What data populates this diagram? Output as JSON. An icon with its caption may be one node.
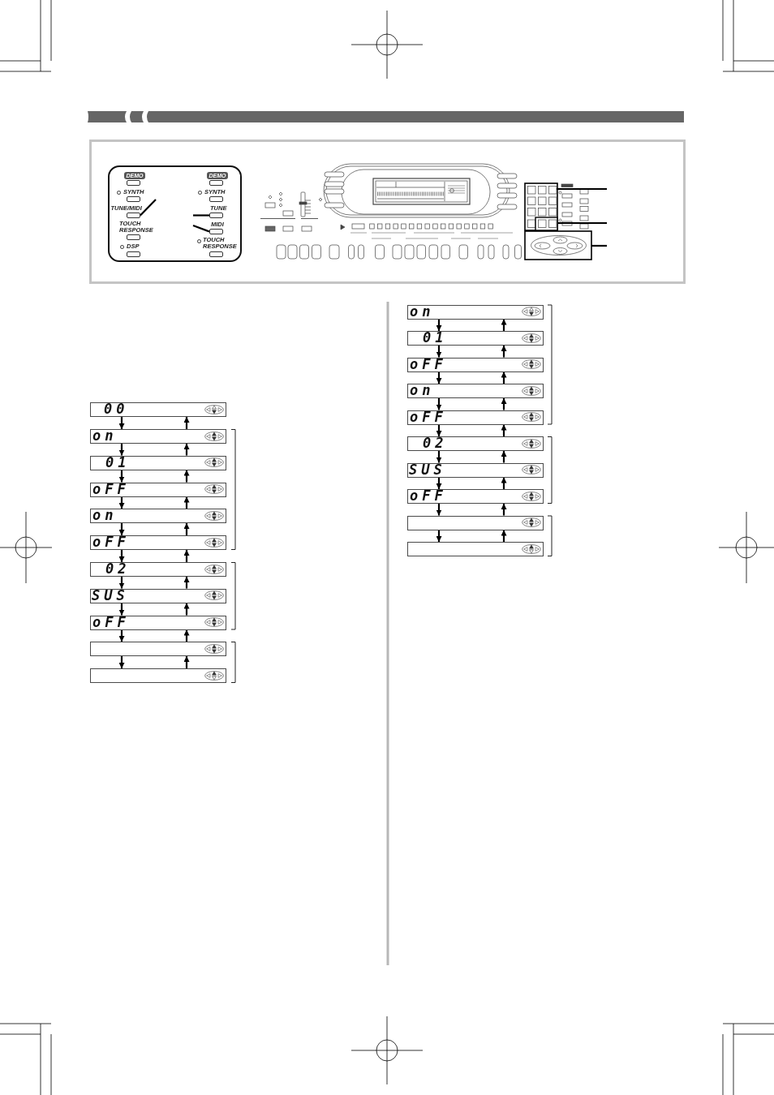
{
  "diagram": {
    "nodes": [
      {
        "text": [],
        "shape": "box"
      },
      {
        "text": [],
        "shape": "box"
      },
      {
        "text": [],
        "shape": "box"
      },
      {
        "text": [],
        "shape": "box"
      },
      {
        "text": [],
        "shape": "box"
      },
      {
        "text": [],
        "shape": "box"
      },
      {
        "text": [
          "00"
        ]
      },
      {
        "text": [
          "on"
        ]
      },
      {
        "text": [
          "01"
        ]
      },
      {
        "text": [
          "oFF"
        ]
      },
      {
        "text": [
          "on"
        ]
      },
      {
        "text": [
          "oFF"
        ]
      },
      {
        "text": [
          "02"
        ]
      },
      {
        "text": [
          "SUS"
        ]
      },
      {
        "text": [
          "oFF"
        ]
      },
      {
        "text": [],
        "shape": "box"
      },
      {
        "text": [],
        "shape": "box"
      },
      {
        "text": [
          "on"
        ]
      },
      {
        "text": [
          "01"
        ]
      },
      {
        "text": [
          "oFF"
        ]
      },
      {
        "text": [
          "on"
        ]
      },
      {
        "text": [
          "oFF"
        ]
      },
      {
        "text": [
          "02"
        ]
      },
      {
        "text": [
          "SUS"
        ]
      },
      {
        "text": [
          "oFF"
        ]
      },
      {
        "text": [],
        "shape": "box"
      },
      {
        "text": [],
        "shape": "box"
      }
    ],
    "edges": [
      {
        "from": null,
        "to": 0,
        "arrow": "none"
      },
      {
        "from": null,
        "to": 1,
        "arrow": "none"
      },
      {
        "from": null,
        "to": 2,
        "arrow": "none"
      },
      {
        "from": null,
        "to": 3,
        "arrow": "none"
      },
      {
        "from": null,
        "to": 4,
        "arrow": "none"
      },
      {
        "from": null,
        "to": 5,
        "arrow": "none"
      },
      {
        "from": 6,
        "to": 7,
        "arrow": "to"
      },
      {
        "from": 7,
        "to": 6,
        "arrow": "to"
      },
      {
        "from": 7,
        "to": 8,
        "arrow": "to"
      },
      {
        "from": 8,
        "to": 7,
        "arrow": "to"
      },
      {
        "from": 8,
        "to": 9,
        "arrow": "to"
      },
      {
        "from": 9,
        "to": 8,
        "arrow": "to"
      },
      {
        "from": 9,
        "to": 10,
        "arrow": "to"
      },
      {
        "from": 10,
        "to": 9,
        "arrow": "to"
      },
      {
        "from": 10,
        "to": 11,
        "arrow": "to"
      },
      {
        "from": 11,
        "to": 10,
        "arrow": "to"
      },
      {
        "from": 11,
        "to": 12,
        "arrow": "to"
      },
      {
        "from": 12,
        "to": 11,
        "arrow": "to"
      },
      {
        "from": 12,
        "to": 13,
        "arrow": "to"
      },
      {
        "from": 13,
        "to": 12,
        "arrow": "to"
      },
      {
        "from": 13,
        "to": 14,
        "arrow": "to"
      },
      {
        "from": 14,
        "to": 13,
        "arrow": "to"
      },
      {
        "from": 14,
        "to": 15,
        "arrow": "to"
      },
      {
        "from": 15,
        "to": 14,
        "arrow": "to"
      },
      {
        "from": 15,
        "to": 16,
        "arrow": "to"
      },
      {
        "from": 16,
        "to": 15,
        "arrow": "to"
      },
      {
        "from": 17,
        "to": 18,
        "arrow": "to"
      },
      {
        "from": 18,
        "to": 17,
        "arrow": "to"
      },
      {
        "from": 18,
        "to": 19,
        "arrow": "to"
      },
      {
        "from": 19,
        "to": 18,
        "arrow": "to"
      },
      {
        "from": 19,
        "to": 20,
        "arrow": "to"
      },
      {
        "from": 20,
        "to": 19,
        "arrow": "to"
      },
      {
        "from": 20,
        "to": 21,
        "arrow": "to"
      },
      {
        "from": 21,
        "to": 20,
        "arrow": "to"
      },
      {
        "from": 21,
        "to": 22,
        "arrow": "to"
      },
      {
        "from": 22,
        "to": 21,
        "arrow": "to"
      },
      {
        "from": 22,
        "to": 23,
        "arrow": "to"
      },
      {
        "from": 23,
        "to": 22,
        "arrow": "to"
      },
      {
        "from": 23,
        "to": 24,
        "arrow": "to"
      },
      {
        "from": 24,
        "to": 23,
        "arrow": "to"
      },
      {
        "from": 24,
        "to": 25,
        "arrow": "to"
      },
      {
        "from": 25,
        "to": 24,
        "arrow": "to"
      },
      {
        "from": 25,
        "to": 26,
        "arrow": "to"
      },
      {
        "from": 26,
        "to": 25,
        "arrow": "to"
      }
    ],
    "labels": [
      "DEMO",
      "SYNTH",
      "TUNE/MIDI",
      "TOUCH RESPONSE",
      "DSP",
      "DEMO",
      "SYNTH",
      "TUNE",
      "MIDI",
      "TOUCH RESPONSE"
    ]
  }
}
